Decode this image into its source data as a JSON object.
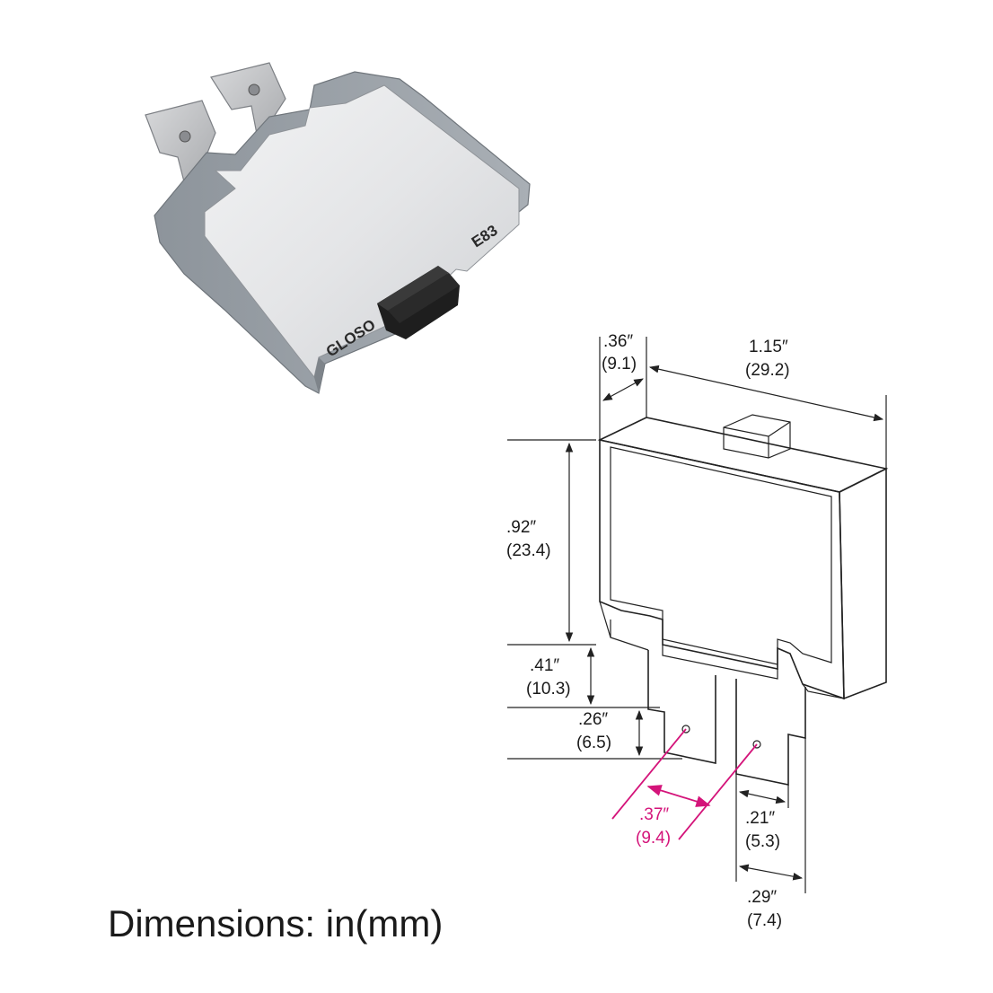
{
  "product": {
    "brand_label": "GLOSO",
    "model_label": "E83"
  },
  "dimensions": {
    "depth": {
      "in": ".36″",
      "mm": "(9.1)"
    },
    "width": {
      "in": "1.15″",
      "mm": "(29.2)"
    },
    "body_height": {
      "in": ".92″",
      "mm": "(23.4)"
    },
    "step_height": {
      "in": ".41″",
      "mm": "(10.3)"
    },
    "tab_length": {
      "in": ".26″",
      "mm": "(6.5)"
    },
    "tab_spacing": {
      "in": ".37″",
      "mm": "(9.4)"
    },
    "tab_width": {
      "in": ".21″",
      "mm": "(5.3)"
    },
    "tab_outer": {
      "in": ".29″",
      "mm": "(7.4)"
    }
  },
  "caption": "Dimensions: in(mm)",
  "colors": {
    "housing_gray": "#9aa1a8",
    "metal_plate": "#e6e7e8",
    "button_black": "#1e1e1e",
    "accent_pink": "#d4147a"
  }
}
